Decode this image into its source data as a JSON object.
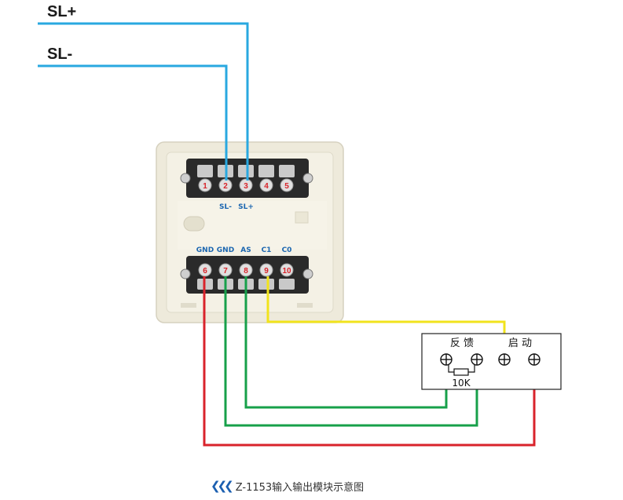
{
  "bus": {
    "sl_plus": "SL+",
    "sl_minus": "SL-"
  },
  "module": {
    "top_terminals": [
      {
        "num": "1",
        "label": ""
      },
      {
        "num": "2",
        "label": "SL-"
      },
      {
        "num": "3",
        "label": "SL+"
      },
      {
        "num": "4",
        "label": ""
      },
      {
        "num": "5",
        "label": ""
      }
    ],
    "bottom_terminals": [
      {
        "num": "6",
        "label": "GND"
      },
      {
        "num": "7",
        "label": "GND"
      },
      {
        "num": "8",
        "label": "AS"
      },
      {
        "num": "9",
        "label": "C1"
      },
      {
        "num": "10",
        "label": "C0"
      }
    ]
  },
  "device": {
    "feedback_label": "反 馈",
    "start_label": "启 动",
    "resistor_label": "10K"
  },
  "caption": {
    "icon": "triple-chevron-left-icon",
    "text": "Z-1153输入输出模块示意图"
  },
  "colors": {
    "blue_wire": "#29a8e0",
    "red_wire": "#d9232b",
    "green_wire": "#17a04a",
    "yellow_wire": "#f1e31c",
    "terminal_label": "#1b66b0",
    "terminal_number": "#d8232a"
  }
}
